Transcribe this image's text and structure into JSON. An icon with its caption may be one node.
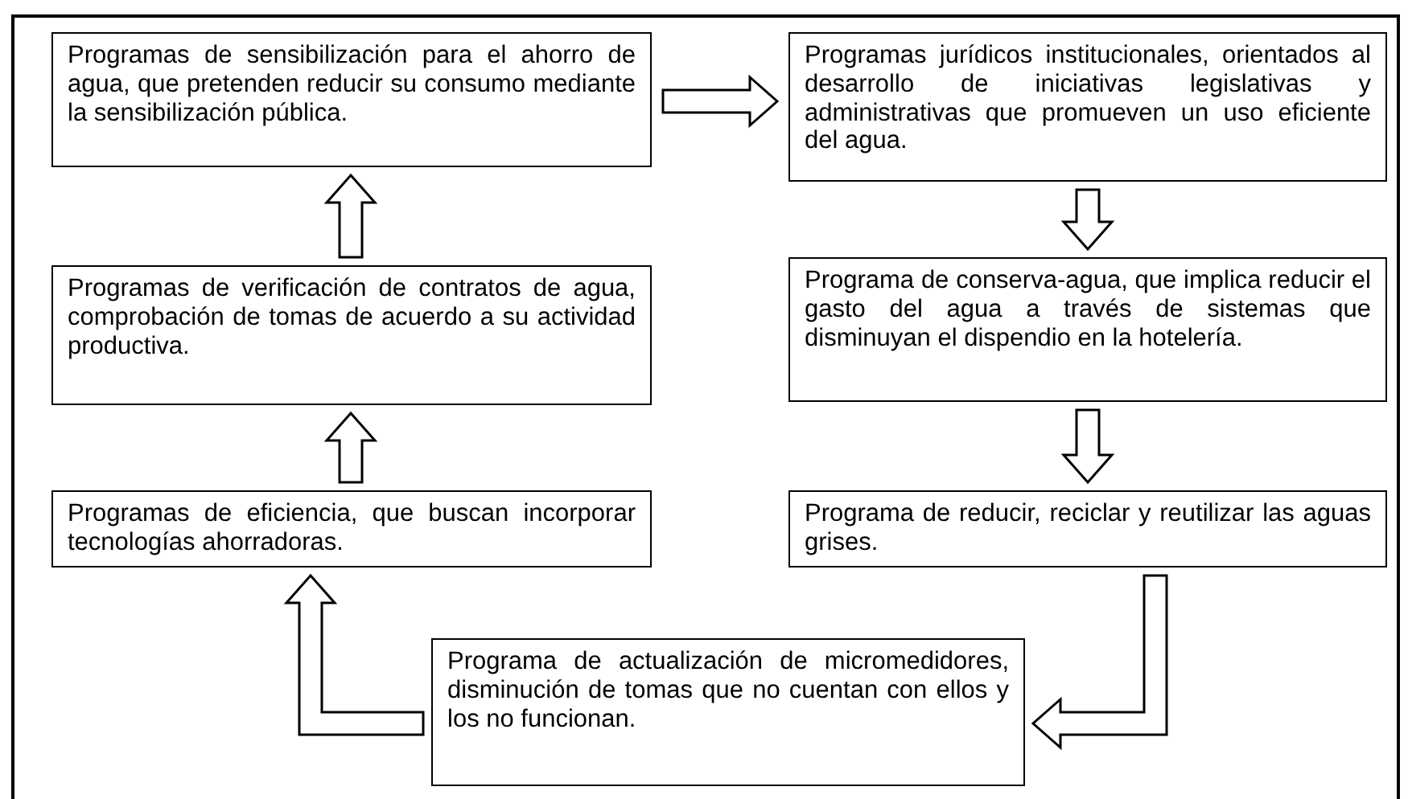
{
  "diagram": {
    "nodes": [
      {
        "text": [
          "Programas de sensibilización para el ahorro de agua, que pretenden reducir su consumo mediante la sensibilización pública."
        ]
      },
      {
        "text": [
          "Programas jurídicos institucionales, orientados al desarrollo de iniciativas legislativas y administrativas que promueven un uso eficiente del agua."
        ]
      },
      {
        "text": [
          "Programa de conserva-agua, que implica reducir el gasto del agua a través de sistemas que disminuyan el dispendio en la hotelería."
        ]
      },
      {
        "text": [
          "Programa de reducir, reciclar y reutilizar las aguas grises."
        ]
      },
      {
        "text": [
          "Programa de actualización de micromedidores, disminución de tomas que no cuentan con ellos y los no funcionan."
        ]
      },
      {
        "text": [
          "Programas de eficiencia, que buscan incorporar tecnologías ahorradoras."
        ]
      },
      {
        "text": [
          "Programas de verificación de contratos de agua, comprobación de tomas de acuerdo a su actividad productiva."
        ]
      }
    ],
    "edges": [
      {
        "from": 0,
        "to": 1,
        "arrow": "to"
      },
      {
        "from": 1,
        "to": 2,
        "arrow": "to"
      },
      {
        "from": 2,
        "to": 3,
        "arrow": "to"
      },
      {
        "from": 3,
        "to": 4,
        "arrow": "to"
      },
      {
        "from": 4,
        "to": 5,
        "arrow": "to"
      },
      {
        "from": 5,
        "to": 6,
        "arrow": "to"
      },
      {
        "from": 6,
        "to": 0,
        "arrow": "to"
      }
    ]
  }
}
